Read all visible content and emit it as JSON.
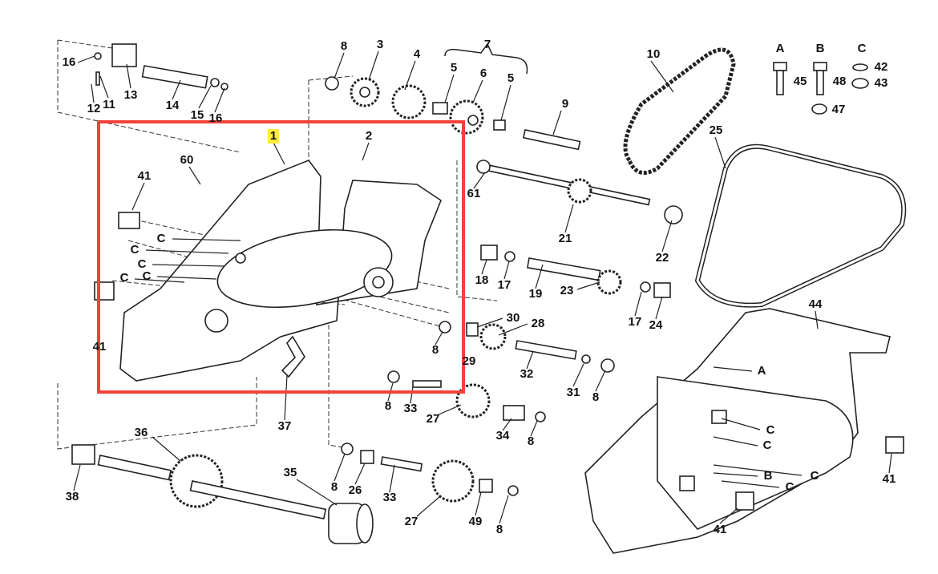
{
  "diagram": {
    "highlight_color": "#f2423a",
    "highlight_label_color": "#ffeb3b",
    "callouts": [
      "16",
      "13",
      "11",
      "12",
      "14",
      "15",
      "16",
      "8",
      "3",
      "4",
      "5",
      "7",
      "6",
      "5",
      "9",
      "10",
      "A",
      "B",
      "C",
      "45",
      "48",
      "42",
      "43",
      "47",
      "1",
      "2",
      "60",
      "41",
      "C",
      "C",
      "C",
      "C",
      "C",
      "41",
      "61",
      "21",
      "22",
      "25",
      "18",
      "17",
      "19",
      "23",
      "17",
      "24",
      "30",
      "28",
      "8",
      "29",
      "32",
      "31",
      "8",
      "44",
      "A",
      "37",
      "8",
      "33",
      "27",
      "34",
      "8",
      "36",
      "38",
      "35",
      "8",
      "26",
      "33",
      "27",
      "49",
      "8",
      "C",
      "C",
      "B",
      "C",
      "C",
      "41",
      "41"
    ]
  }
}
